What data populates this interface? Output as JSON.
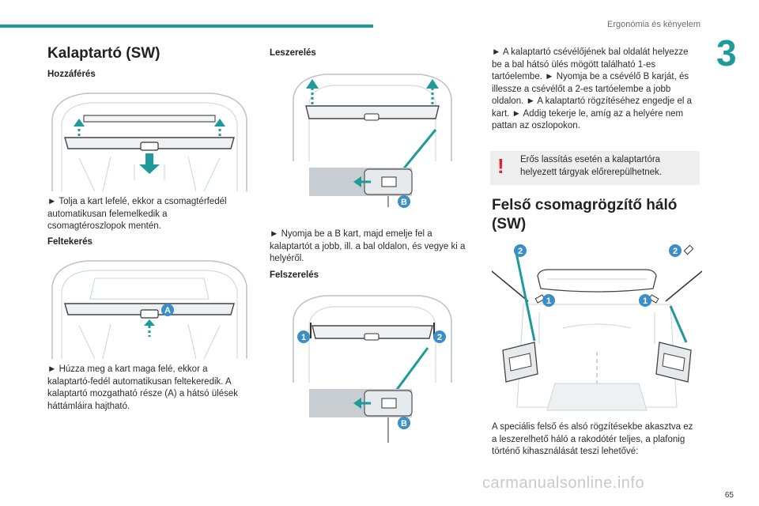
{
  "header": {
    "section": "Ergonómia és kényelem",
    "chapter": "3"
  },
  "left": {
    "title": "Kalaptartó (SW)",
    "s1_title": "Hozzáférés",
    "s1_text": "► Tolja a kart lefelé, ekkor a csomagtérfedél automatikusan felemelkedik a csomagtéroszlopok mentén.",
    "s2_title": "Feltekerés",
    "s2_label": "A",
    "s2_text": "► Húzza meg a kart maga felé, ekkor a kalaptartó-fedél automatikusan feltekeredik. A kalaptartó mozgatható része (A) a hátsó ülések háttámláira hajtható."
  },
  "mid": {
    "s1_title": "Leszerelés",
    "fig1_label": "B",
    "s1_text": "► Nyomja be a B kart, majd emelje fel a kalaptartót a jobb, ill. a bal oldalon, és vegye ki a helyéről.",
    "s2_title": "Felszerelés",
    "fig2_label1": "1",
    "fig2_label2": "2",
    "fig2_label_b": "B"
  },
  "right": {
    "steps_text": "► A kalaptartó csévélőjének bal oldalát helyezze be a bal hátsó ülés mögött található 1-es tartóelembe. ► Nyomja be a csévélő B karját, és illessze a csévélőt a 2-es tartóelembe a jobb oldalon. ► A kalaptartó rögzítéséhez engedje el a kart. ► Addig tekerje le, amíg az a helyére nem pattan az oszlopokon.",
    "warning_text": "Erős lassítás esetén a kalaptartóra helyezett tárgyak előrerepülhetnek.",
    "title": "Felső csomagrögzítő háló (SW)",
    "fig_label1": "1",
    "fig_label2": "2",
    "body_text": "A speciális felső és alsó rögzítésekbe akasztva ez a leszerelhető háló a rakodótér teljes, a plafonig történő kihasználását teszi lehetővé:"
  },
  "page_number": "65",
  "watermark": "carmanualsonline.info",
  "colors": {
    "accent": "#1f9a9a",
    "warning": "#e31e3c",
    "badge": "#3c8ec7"
  }
}
